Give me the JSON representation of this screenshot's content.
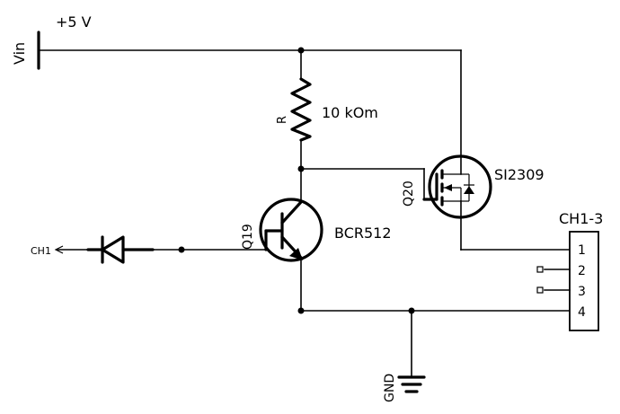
{
  "supply": {
    "voltage_label": "+5 V",
    "net_label": "Vin"
  },
  "resistor": {
    "ref": "R",
    "value": "10 kOm"
  },
  "npn": {
    "ref": "Q19",
    "part": "BCR512"
  },
  "pmos": {
    "ref": "Q20",
    "part": "SI2309"
  },
  "input": {
    "net_label": "CH1"
  },
  "ground": {
    "net_label": "GND"
  },
  "connector": {
    "ref": "CH1-3",
    "pins": [
      "1",
      "2",
      "3",
      "4"
    ]
  }
}
